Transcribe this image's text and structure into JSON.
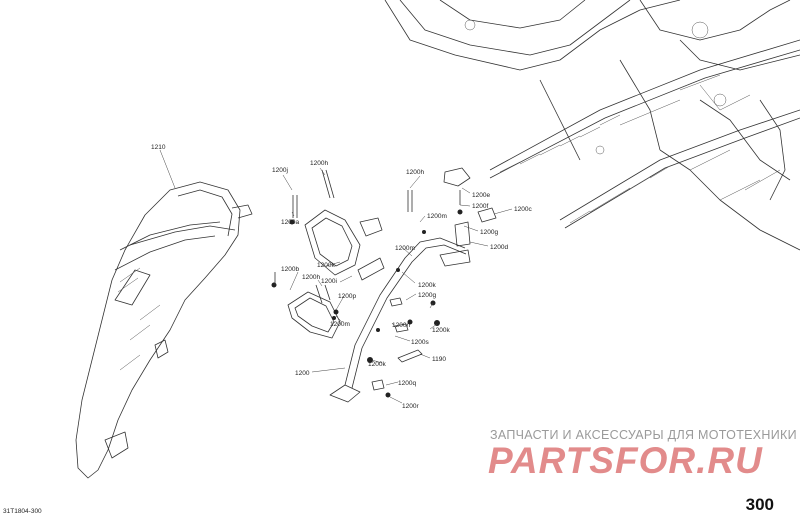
{
  "diagram": {
    "callouts": [
      "1210",
      "1200j",
      "1200h",
      "1200a",
      "1200b",
      "1200h",
      "1200k",
      "1200i",
      "1200p",
      "1200m",
      "1200",
      "1200h",
      "1200e",
      "1200f",
      "1200c",
      "1200m",
      "1200g",
      "1200d",
      "1200m",
      "1200k",
      "1200g",
      "1200n",
      "1200k",
      "1200s",
      "1190",
      "1200k",
      "1200q",
      "1200r"
    ]
  },
  "watermark": {
    "title": "ЗАПЧАСТИ И АКСЕССУАРЫ ДЛЯ МОТОТЕХНИКИ",
    "logo": "PARTSFOR.RU"
  },
  "footer": {
    "page_number": "300",
    "doc_code": "31T1804-300"
  }
}
